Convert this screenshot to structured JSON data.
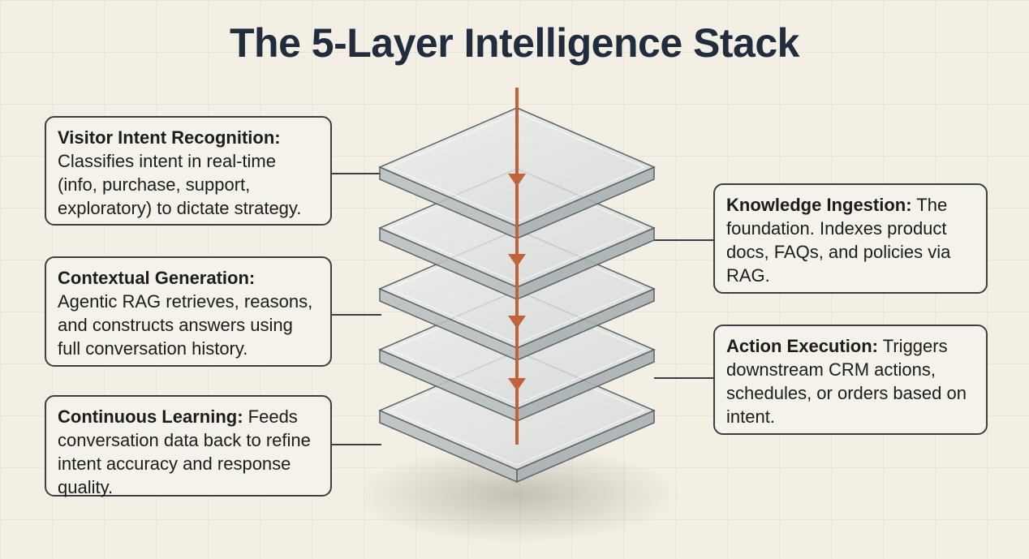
{
  "title": "The 5-Layer Intelligence Stack",
  "colors": {
    "arrow": "#c0623a",
    "title": "#1f2d3d",
    "background": "#f3efe5"
  },
  "layers_count": 5,
  "callouts": {
    "visitor_intent": {
      "heading": "Visitor Intent Recognition:",
      "body": "Classifies intent in real-time (info, purchase, support, exploratory) to dictate strategy."
    },
    "knowledge_ingestion": {
      "heading": "Knowledge Ingestion:",
      "body": "The foundation. Indexes product docs, FAQs, and policies via RAG."
    },
    "contextual_generation": {
      "heading": "Contextual Generation:",
      "body": "Agentic RAG retrieves, reasons, and constructs answers using full conversation history."
    },
    "action_execution": {
      "heading": "Action Execution:",
      "body": "Triggers downstream CRM actions, schedules, or orders based on intent."
    },
    "continuous_learning": {
      "heading": "Continuous Learning:",
      "body": "Feeds conversation data back to refine intent accuracy and response quality."
    }
  }
}
